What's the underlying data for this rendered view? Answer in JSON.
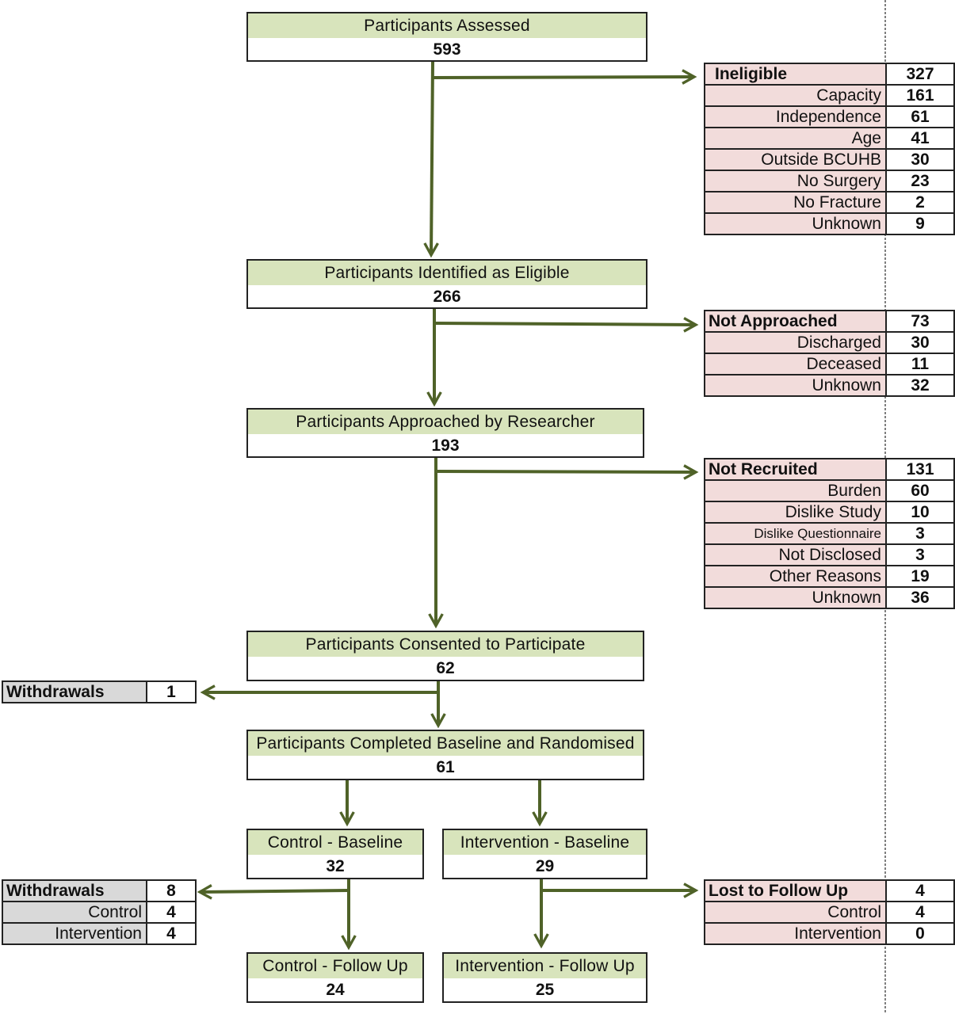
{
  "stages": {
    "assessed": {
      "label": "Participants Assessed",
      "count": "593"
    },
    "eligible": {
      "label": "Participants Identified as Eligible",
      "count": "266"
    },
    "approached": {
      "label": "Participants Approached by Researcher",
      "count": "193"
    },
    "consented": {
      "label": "Participants Consented to Participate",
      "count": "62"
    },
    "randomised": {
      "label": "Participants Completed Baseline and Randomised",
      "count": "61"
    },
    "control_baseline": {
      "label": "Control - Baseline",
      "count": "32"
    },
    "intervention_baseline": {
      "label": "Intervention - Baseline",
      "count": "29"
    },
    "control_followup": {
      "label": "Control - Follow Up",
      "count": "24"
    },
    "intervention_followup": {
      "label": "Intervention - Follow Up",
      "count": "25"
    }
  },
  "ineligible": {
    "title": "Ineligible",
    "total": "327",
    "rows": [
      {
        "label": "Capacity",
        "value": "161"
      },
      {
        "label": "Independence",
        "value": "61"
      },
      {
        "label": "Age",
        "value": "41"
      },
      {
        "label": "Outside BCUHB",
        "value": "30"
      },
      {
        "label": "No Surgery",
        "value": "23"
      },
      {
        "label": "No Fracture",
        "value": "2"
      },
      {
        "label": "Unknown",
        "value": "9"
      }
    ]
  },
  "not_approached": {
    "title": "Not Approached",
    "total": "73",
    "rows": [
      {
        "label": "Discharged",
        "value": "30"
      },
      {
        "label": "Deceased",
        "value": "11"
      },
      {
        "label": "Unknown",
        "value": "32"
      }
    ]
  },
  "not_recruited": {
    "title": "Not Recruited",
    "total": "131",
    "rows": [
      {
        "label": "Burden",
        "value": "60"
      },
      {
        "label": "Dislike Study",
        "value": "10"
      },
      {
        "label": "Dislike Questionnaire",
        "value": "3"
      },
      {
        "label": "Not Disclosed",
        "value": "3"
      },
      {
        "label": "Other Reasons",
        "value": "19"
      },
      {
        "label": "Unknown",
        "value": "36"
      }
    ]
  },
  "withdrawals_consent": {
    "title": "Withdrawals",
    "total": "1"
  },
  "withdrawals_followup": {
    "title": "Withdrawals",
    "total": "8",
    "rows": [
      {
        "label": "Control",
        "value": "4"
      },
      {
        "label": "Intervention",
        "value": "4"
      }
    ]
  },
  "lost_to_followup": {
    "title": "Lost to Follow Up",
    "total": "4",
    "rows": [
      {
        "label": "Control",
        "value": "4"
      },
      {
        "label": "Intervention",
        "value": "0"
      }
    ]
  },
  "colors": {
    "arrow": "#4f6228",
    "stage_header": "#d8e4bc",
    "exclusion": "#f2dcdb",
    "withdrawal": "#d9d9d9"
  }
}
